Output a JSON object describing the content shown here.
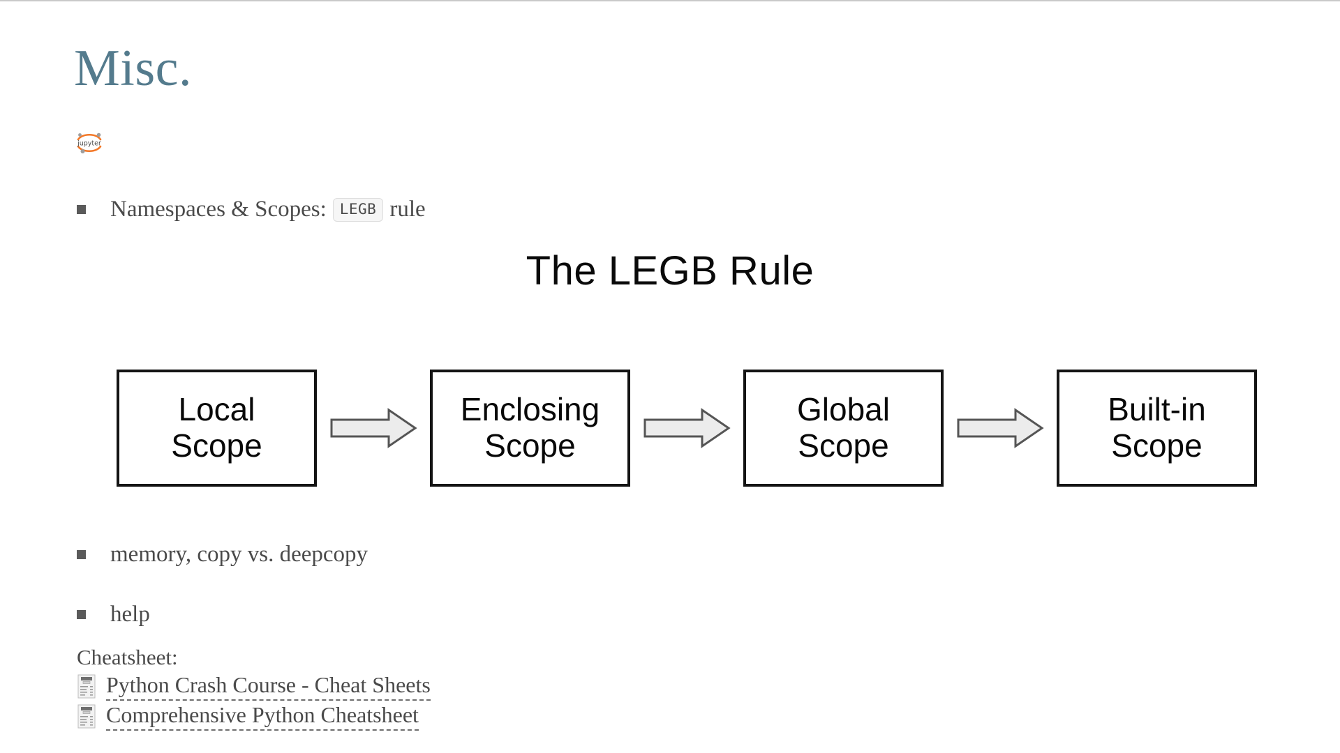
{
  "slide": {
    "title": "Misc.",
    "title_color": "#547b8d",
    "background": "#ffffff"
  },
  "logo": {
    "name": "jupyter-logo",
    "wordmark": "jupyter",
    "arc_color": "#f37726",
    "dot_color": "#9e9e9e"
  },
  "bullets": [
    {
      "marker": "square-bullet",
      "text_before": "Namespaces & Scopes:",
      "code": "LEGB",
      "text_after": "rule"
    },
    {
      "marker": "square-bullet",
      "text": "memory, copy vs. deepcopy"
    },
    {
      "marker": "square-bullet",
      "text": "help"
    }
  ],
  "diagram": {
    "title": "The LEGB Rule",
    "boxes": [
      {
        "line1": "Local",
        "line2": "Scope"
      },
      {
        "line1": "Enclosing",
        "line2": "Scope"
      },
      {
        "line1": "Global",
        "line2": "Scope"
      },
      {
        "line1": "Built-in",
        "line2": "Scope"
      }
    ],
    "arrow_icon": "right-arrow-icon",
    "arrow_fill": "#ececec",
    "arrow_stroke": "#555555",
    "box_border": "#141414"
  },
  "cheatsheet": {
    "label": "Cheatsheet:",
    "links": [
      {
        "icon": "receipt-icon",
        "text": "Python Crash Course - Cheat Sheets"
      },
      {
        "icon": "receipt-icon",
        "text": "Comprehensive Python Cheatsheet"
      }
    ]
  }
}
